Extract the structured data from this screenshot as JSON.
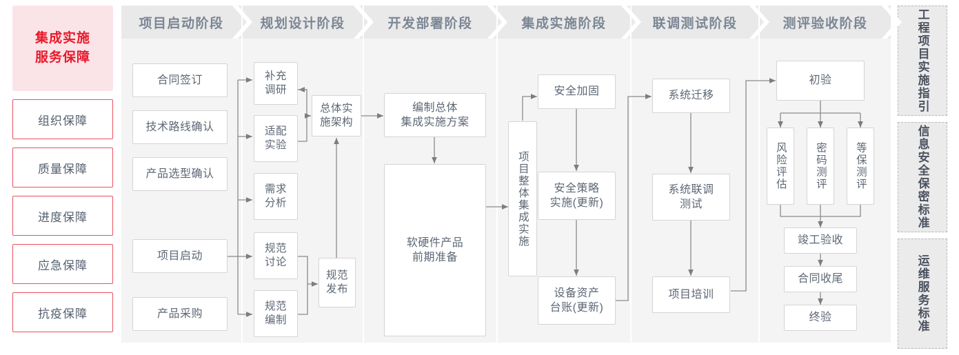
{
  "left_sidebar": {
    "hero_title": "集成实施\n服务保障",
    "items": [
      {
        "label": "组织保障"
      },
      {
        "label": "质量保障"
      },
      {
        "label": "进度保障"
      },
      {
        "label": "应急保障"
      },
      {
        "label": "抗疫保障"
      }
    ]
  },
  "phases": [
    {
      "title": "项目启动阶段"
    },
    {
      "title": "规划设计阶段"
    },
    {
      "title": "开发部署阶段"
    },
    {
      "title": "集成实施阶段"
    },
    {
      "title": "联调测试阶段"
    },
    {
      "title": "测评验收阶段"
    }
  ],
  "nodes": {
    "p1": [
      {
        "label": "合同签订"
      },
      {
        "label": "技术路线确认"
      },
      {
        "label": "产品选型确认"
      },
      {
        "label": "项目启动"
      },
      {
        "label": "产品采购"
      }
    ],
    "p2": [
      {
        "label": "补充\n调研"
      },
      {
        "label": "适配\n实验"
      },
      {
        "label": "需求\n分析"
      },
      {
        "label": "规范\n讨论"
      },
      {
        "label": "规范\n编制"
      },
      {
        "label": "总体实\n施架构"
      },
      {
        "label": "规范\n发布"
      }
    ],
    "p3": [
      {
        "label": "编制总体\n集成实施方案"
      },
      {
        "label": "软硬件产品\n前期准备"
      }
    ],
    "p4": [
      {
        "label": "项目整体集成实施"
      },
      {
        "label": "安全加固"
      },
      {
        "label": "安全策略\n实施(更新)"
      },
      {
        "label": "设备资产\n台账(更新)"
      }
    ],
    "p5": [
      {
        "label": "系统迁移"
      },
      {
        "label": "系统联调\n测试"
      },
      {
        "label": "项目培训"
      }
    ],
    "p6": [
      {
        "label": "初验"
      },
      {
        "label": "风险评估"
      },
      {
        "label": "密码测评"
      },
      {
        "label": "等保测评"
      },
      {
        "label": "竣工验收"
      },
      {
        "label": "合同收尾"
      },
      {
        "label": "终验"
      }
    ]
  },
  "right_sidebar": {
    "items": [
      {
        "label": "工程项目实施指引"
      },
      {
        "label": "信息安全保密标准"
      },
      {
        "label": "运维服务标准"
      }
    ]
  },
  "colors": {
    "brand_red": "#e8192c",
    "hero_bg": "#fbe4e7",
    "guarantee_border": "#e8515f",
    "phase_head_bg": "#e9e9e9",
    "phase_body_bg": "#f4f4f4",
    "node_border": "#d4d4d4",
    "connector": "#8a8a8a",
    "right_box_bg": "#ebebeb"
  }
}
